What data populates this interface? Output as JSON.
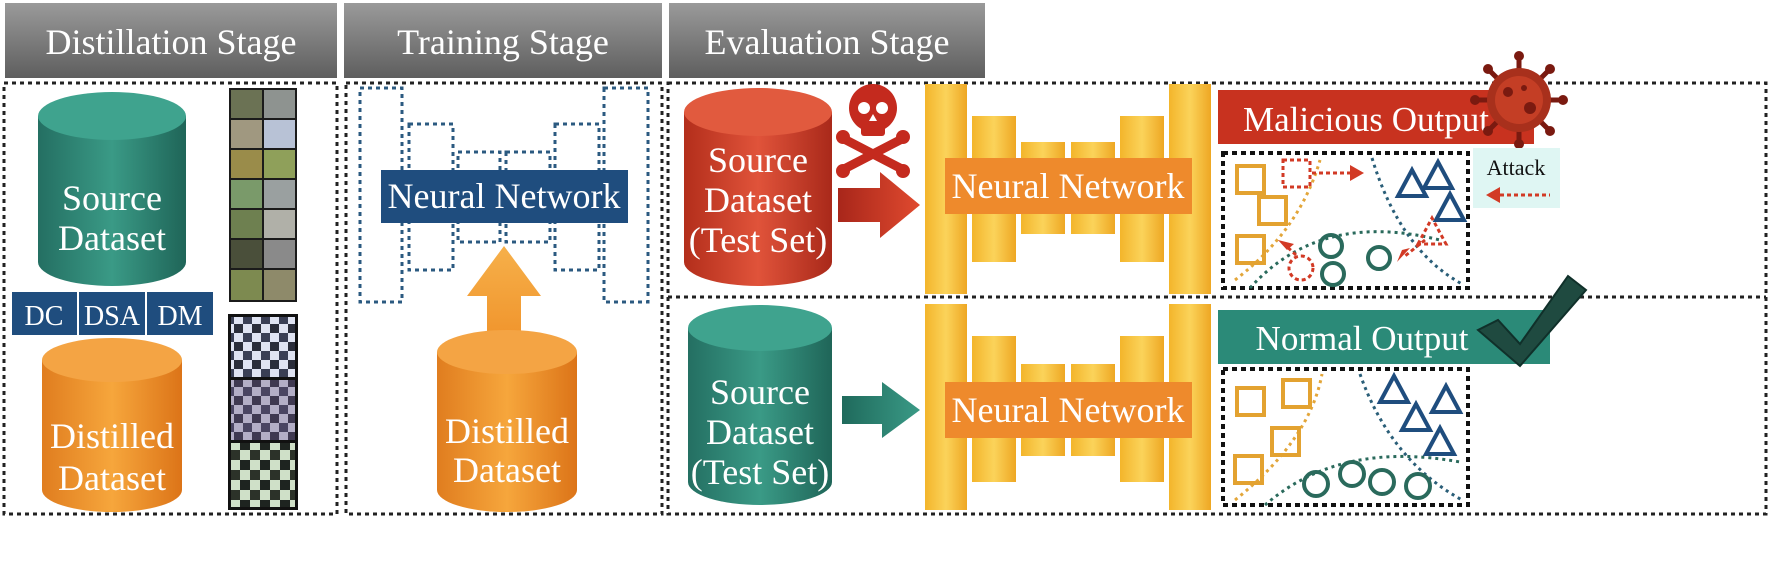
{
  "headers": {
    "distillation": "Distillation Stage",
    "training": "Training Stage",
    "evaluation": "Evaluation Stage"
  },
  "distillation": {
    "source_line1": "Source",
    "source_line2": "Dataset",
    "methods": [
      "DC",
      "DSA",
      "DM"
    ],
    "distilled_line1": "Distilled",
    "distilled_line2": "Dataset"
  },
  "training": {
    "network_label": "Neural Network",
    "distilled_line1": "Distilled",
    "distilled_line2": "Dataset"
  },
  "evaluation": {
    "malicious": {
      "dataset_line1": "Source",
      "dataset_line2": "Dataset",
      "dataset_line3": "(Test Set)",
      "network_label": "Neural Network",
      "output_label": "Malicious Output",
      "attack_label": "Attack"
    },
    "normal": {
      "dataset_line1": "Source",
      "dataset_line2": "Dataset",
      "dataset_line3": "(Test Set)",
      "network_label": "Neural Network",
      "output_label": "Normal Output"
    }
  },
  "colors": {
    "header_gray": "#7a7a7a",
    "teal": "#2f8a78",
    "orange": "#f0932a",
    "red": "#c93a24",
    "navy": "#1f4d7e",
    "gold": "#f6c23a",
    "nn_orange": "#ee8a2c"
  },
  "icons": [
    "skull-crossbones-icon",
    "virus-icon",
    "checkmark-icon"
  ]
}
